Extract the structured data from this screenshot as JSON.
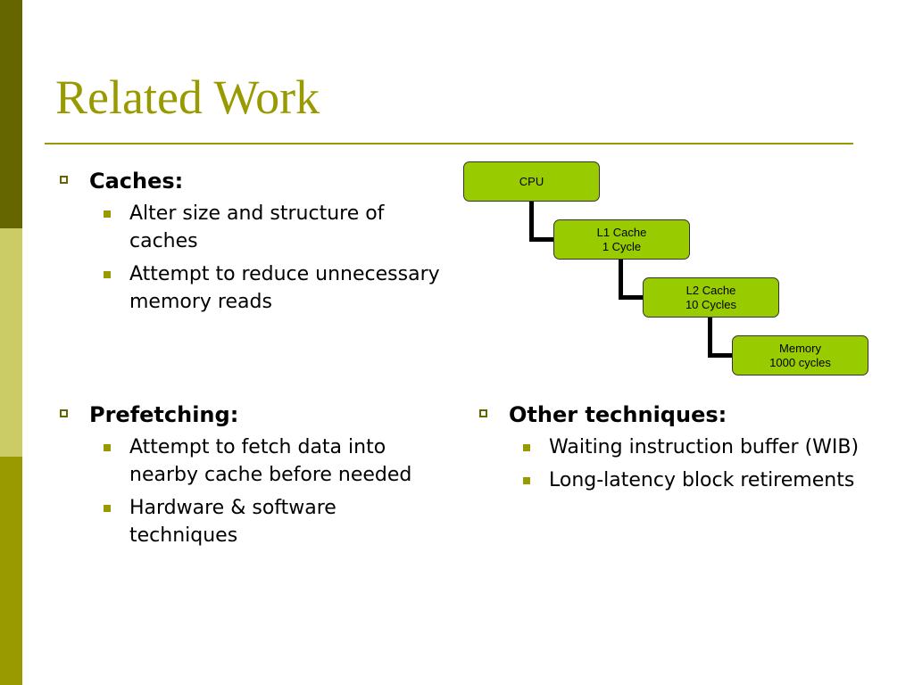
{
  "slide": {
    "title": "Related Work"
  },
  "sections": {
    "caches": {
      "heading": "Caches:",
      "items": [
        "Alter size and structure of caches",
        "Attempt to reduce unnecessary memory reads"
      ]
    },
    "prefetching": {
      "heading": "Prefetching:",
      "items": [
        "Attempt to fetch data into nearby cache before needed",
        "Hardware & software techniques"
      ]
    },
    "other": {
      "heading": "Other techniques:",
      "items": [
        "Waiting instruction buffer (WIB)",
        "Long-latency block retirements"
      ]
    }
  },
  "hierarchy": {
    "cpu": {
      "line1": "CPU"
    },
    "l1": {
      "line1": "L1 Cache",
      "line2": "1 Cycle"
    },
    "l2": {
      "line1": "L2 Cache",
      "line2": "10 Cycles"
    },
    "memory": {
      "line1": "Memory",
      "line2": "1000 cycles"
    }
  },
  "colors": {
    "sidebar_dark": "#666600",
    "sidebar_light": "#cccc66",
    "sidebar_mid": "#999900",
    "title": "#999900",
    "node_fill": "#99cc00"
  }
}
